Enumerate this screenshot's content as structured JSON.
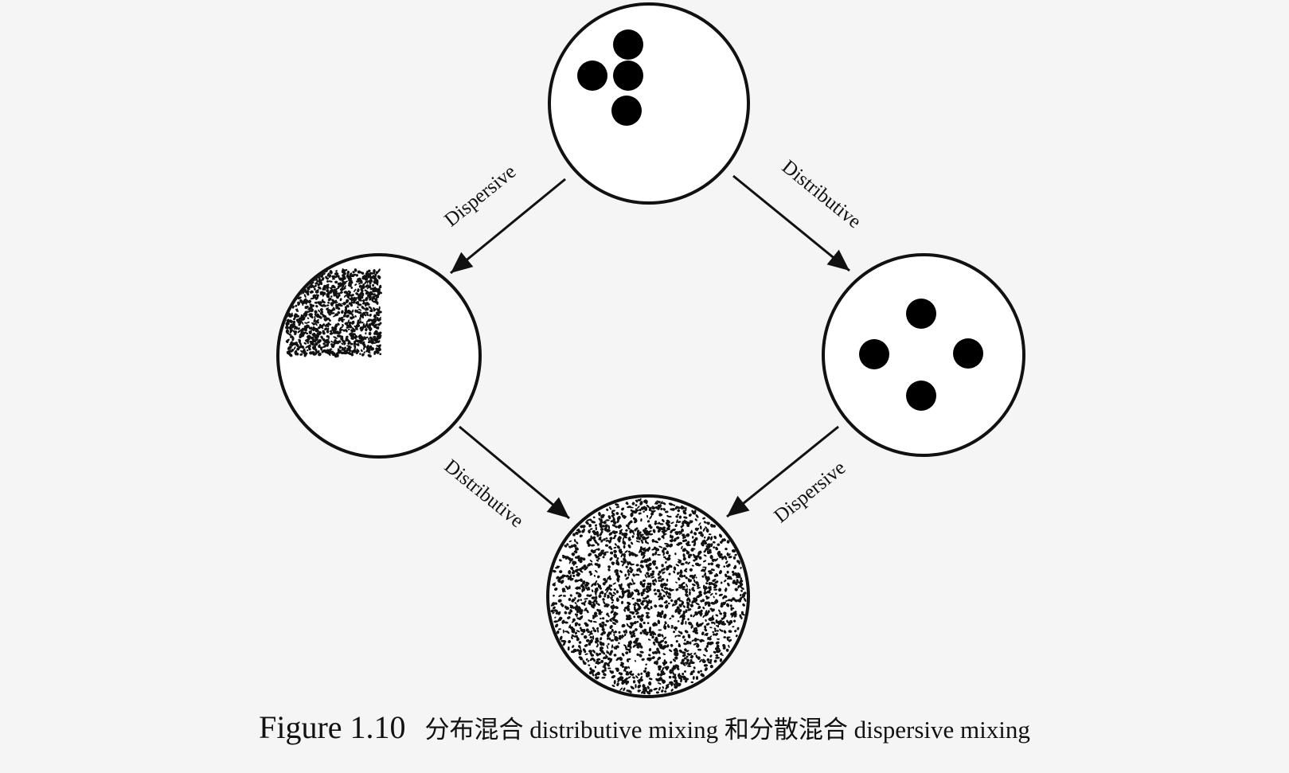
{
  "diagram": {
    "states": [
      {
        "id": "initial",
        "content": "four large clustered particles"
      },
      {
        "id": "dispersed-only",
        "content": "fine speckle concentrated in one corner"
      },
      {
        "id": "distributed-only",
        "content": "four large particles spread evenly"
      },
      {
        "id": "final",
        "content": "fine speckle spread uniformly"
      }
    ],
    "arrows": [
      {
        "id": "top-to-left",
        "label": "Dispersive"
      },
      {
        "id": "top-to-right",
        "label": "Distributive"
      },
      {
        "id": "left-to-bottom",
        "label": "Distributive"
      },
      {
        "id": "right-to-bottom",
        "label": "Dispersive"
      }
    ]
  },
  "caption": {
    "number": "Figure 1.10",
    "text": "分布混合 distributive mixing 和分散混合 dispersive mixing"
  },
  "colors": {
    "background": "#f5f5f5",
    "ink": "#111111"
  }
}
